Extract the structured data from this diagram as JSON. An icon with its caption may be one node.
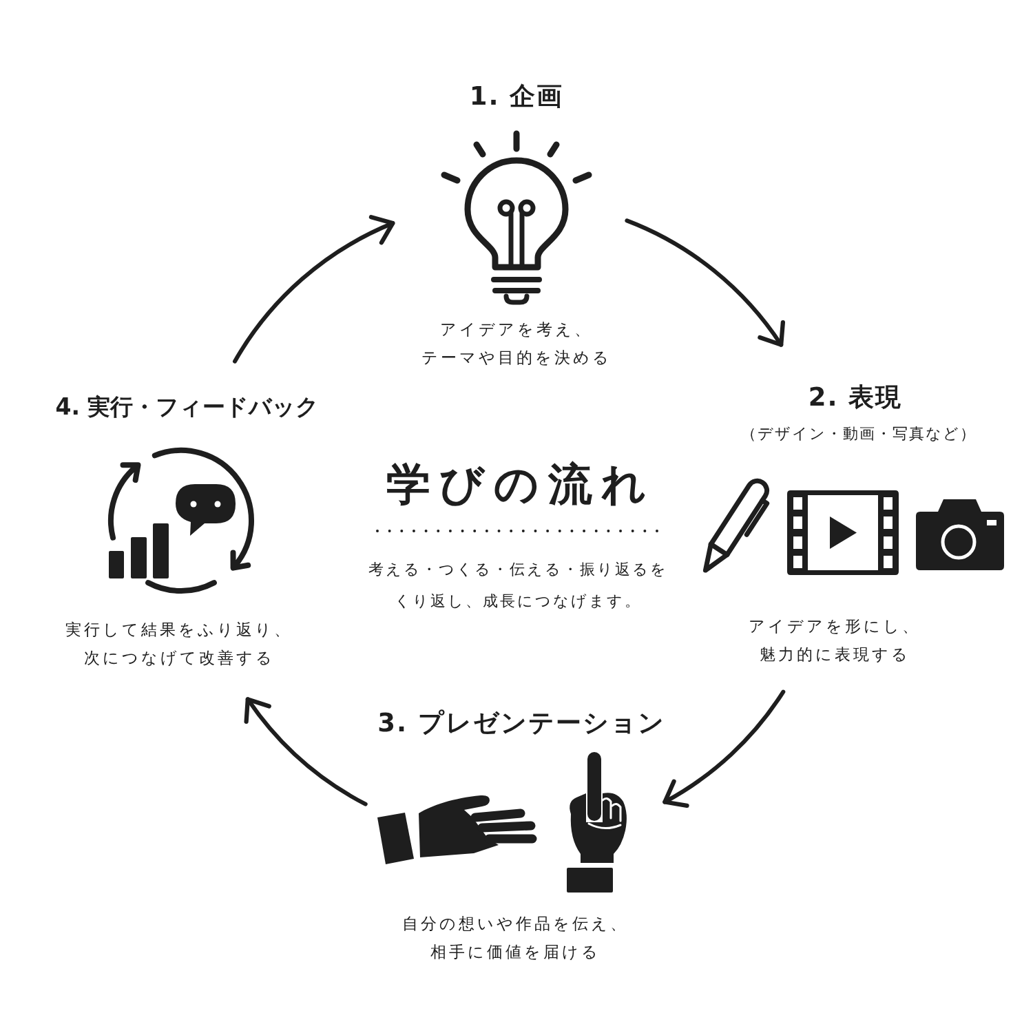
{
  "diagram": {
    "title": "学びの流れ",
    "nodes": [
      {
        "text": [
          "1. 企画",
          "アイデアを考え、テーマや目的を決める"
        ]
      },
      {
        "text": [
          "2. 表現",
          "（デザイン・動画・写真など）",
          "アイデアを形にし、魅力的に表現する"
        ]
      },
      {
        "text": [
          "3. プレゼンテーション",
          "自分の想いや作品を伝え、相手に価値を届ける"
        ]
      },
      {
        "text": [
          "4. 実行・フィードバック",
          "実行して結果をふり返り、次につなげて改善する"
        ]
      }
    ],
    "edges": [
      {
        "from": 0,
        "to": 1,
        "arrow": "to"
      },
      {
        "from": 1,
        "to": 2,
        "arrow": "to"
      },
      {
        "from": 2,
        "to": 3,
        "arrow": "to"
      },
      {
        "from": 3,
        "to": 0,
        "arrow": "to"
      }
    ],
    "labels": [
      "考える・つくる・伝える・振り返るをくり返し、成長につなげます。"
    ]
  }
}
